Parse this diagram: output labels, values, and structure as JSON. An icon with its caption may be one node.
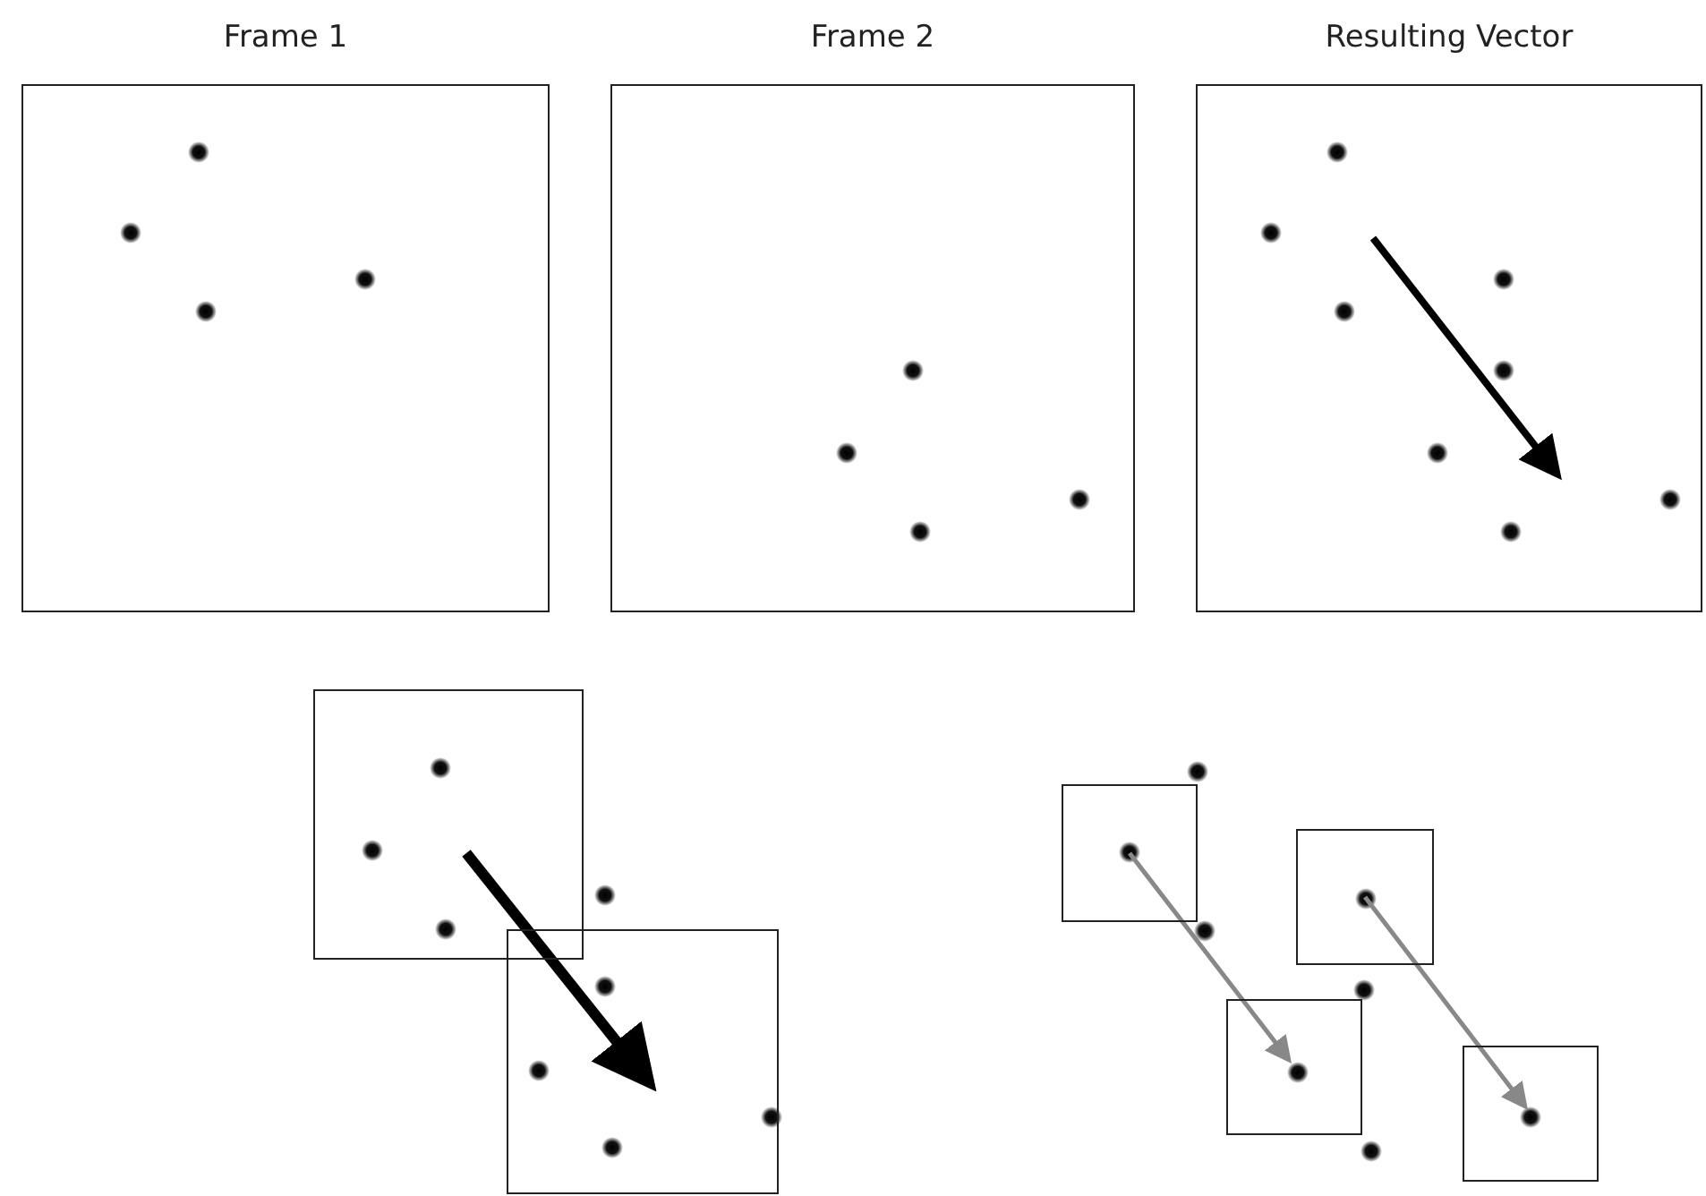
{
  "diagram": {
    "nodes": [
      {
        "text": [
          "Frame 1"
        ]
      },
      {
        "text": [
          "Frame 2"
        ]
      },
      {
        "text": [
          "Resulting Vector"
        ]
      },
      {
        "text": [],
        "shape": "box"
      },
      {
        "text": [],
        "shape": "box"
      },
      {
        "text": [],
        "shape": "box"
      },
      {
        "text": [],
        "shape": "box"
      },
      {
        "text": [],
        "shape": "box"
      },
      {
        "text": [],
        "shape": "box"
      }
    ],
    "edges": [
      {
        "from": 3,
        "to": 4,
        "arrow": "to",
        "style": "thick",
        "color": "#000000"
      },
      {
        "from": 5,
        "to": 7,
        "arrow": "to"
      },
      {
        "from": 6,
        "to": 8,
        "arrow": "to"
      }
    ]
  }
}
